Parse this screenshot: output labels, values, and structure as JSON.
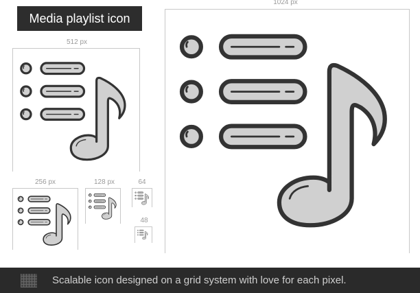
{
  "header": {
    "title": "Media playlist icon"
  },
  "icon": {
    "name": "media-playlist-icon",
    "fill": "#d0d0d0",
    "stroke": "#333333"
  },
  "sizes": [
    {
      "key": "s1024",
      "label": "1024 px"
    },
    {
      "key": "s512",
      "label": "512 px"
    },
    {
      "key": "s256",
      "label": "256 px"
    },
    {
      "key": "s128",
      "label": "128 px"
    },
    {
      "key": "s64",
      "label": "64"
    },
    {
      "key": "s48",
      "label": "48"
    }
  ],
  "footer": {
    "text": "Scalable icon designed on a grid system with love for each pixel."
  }
}
